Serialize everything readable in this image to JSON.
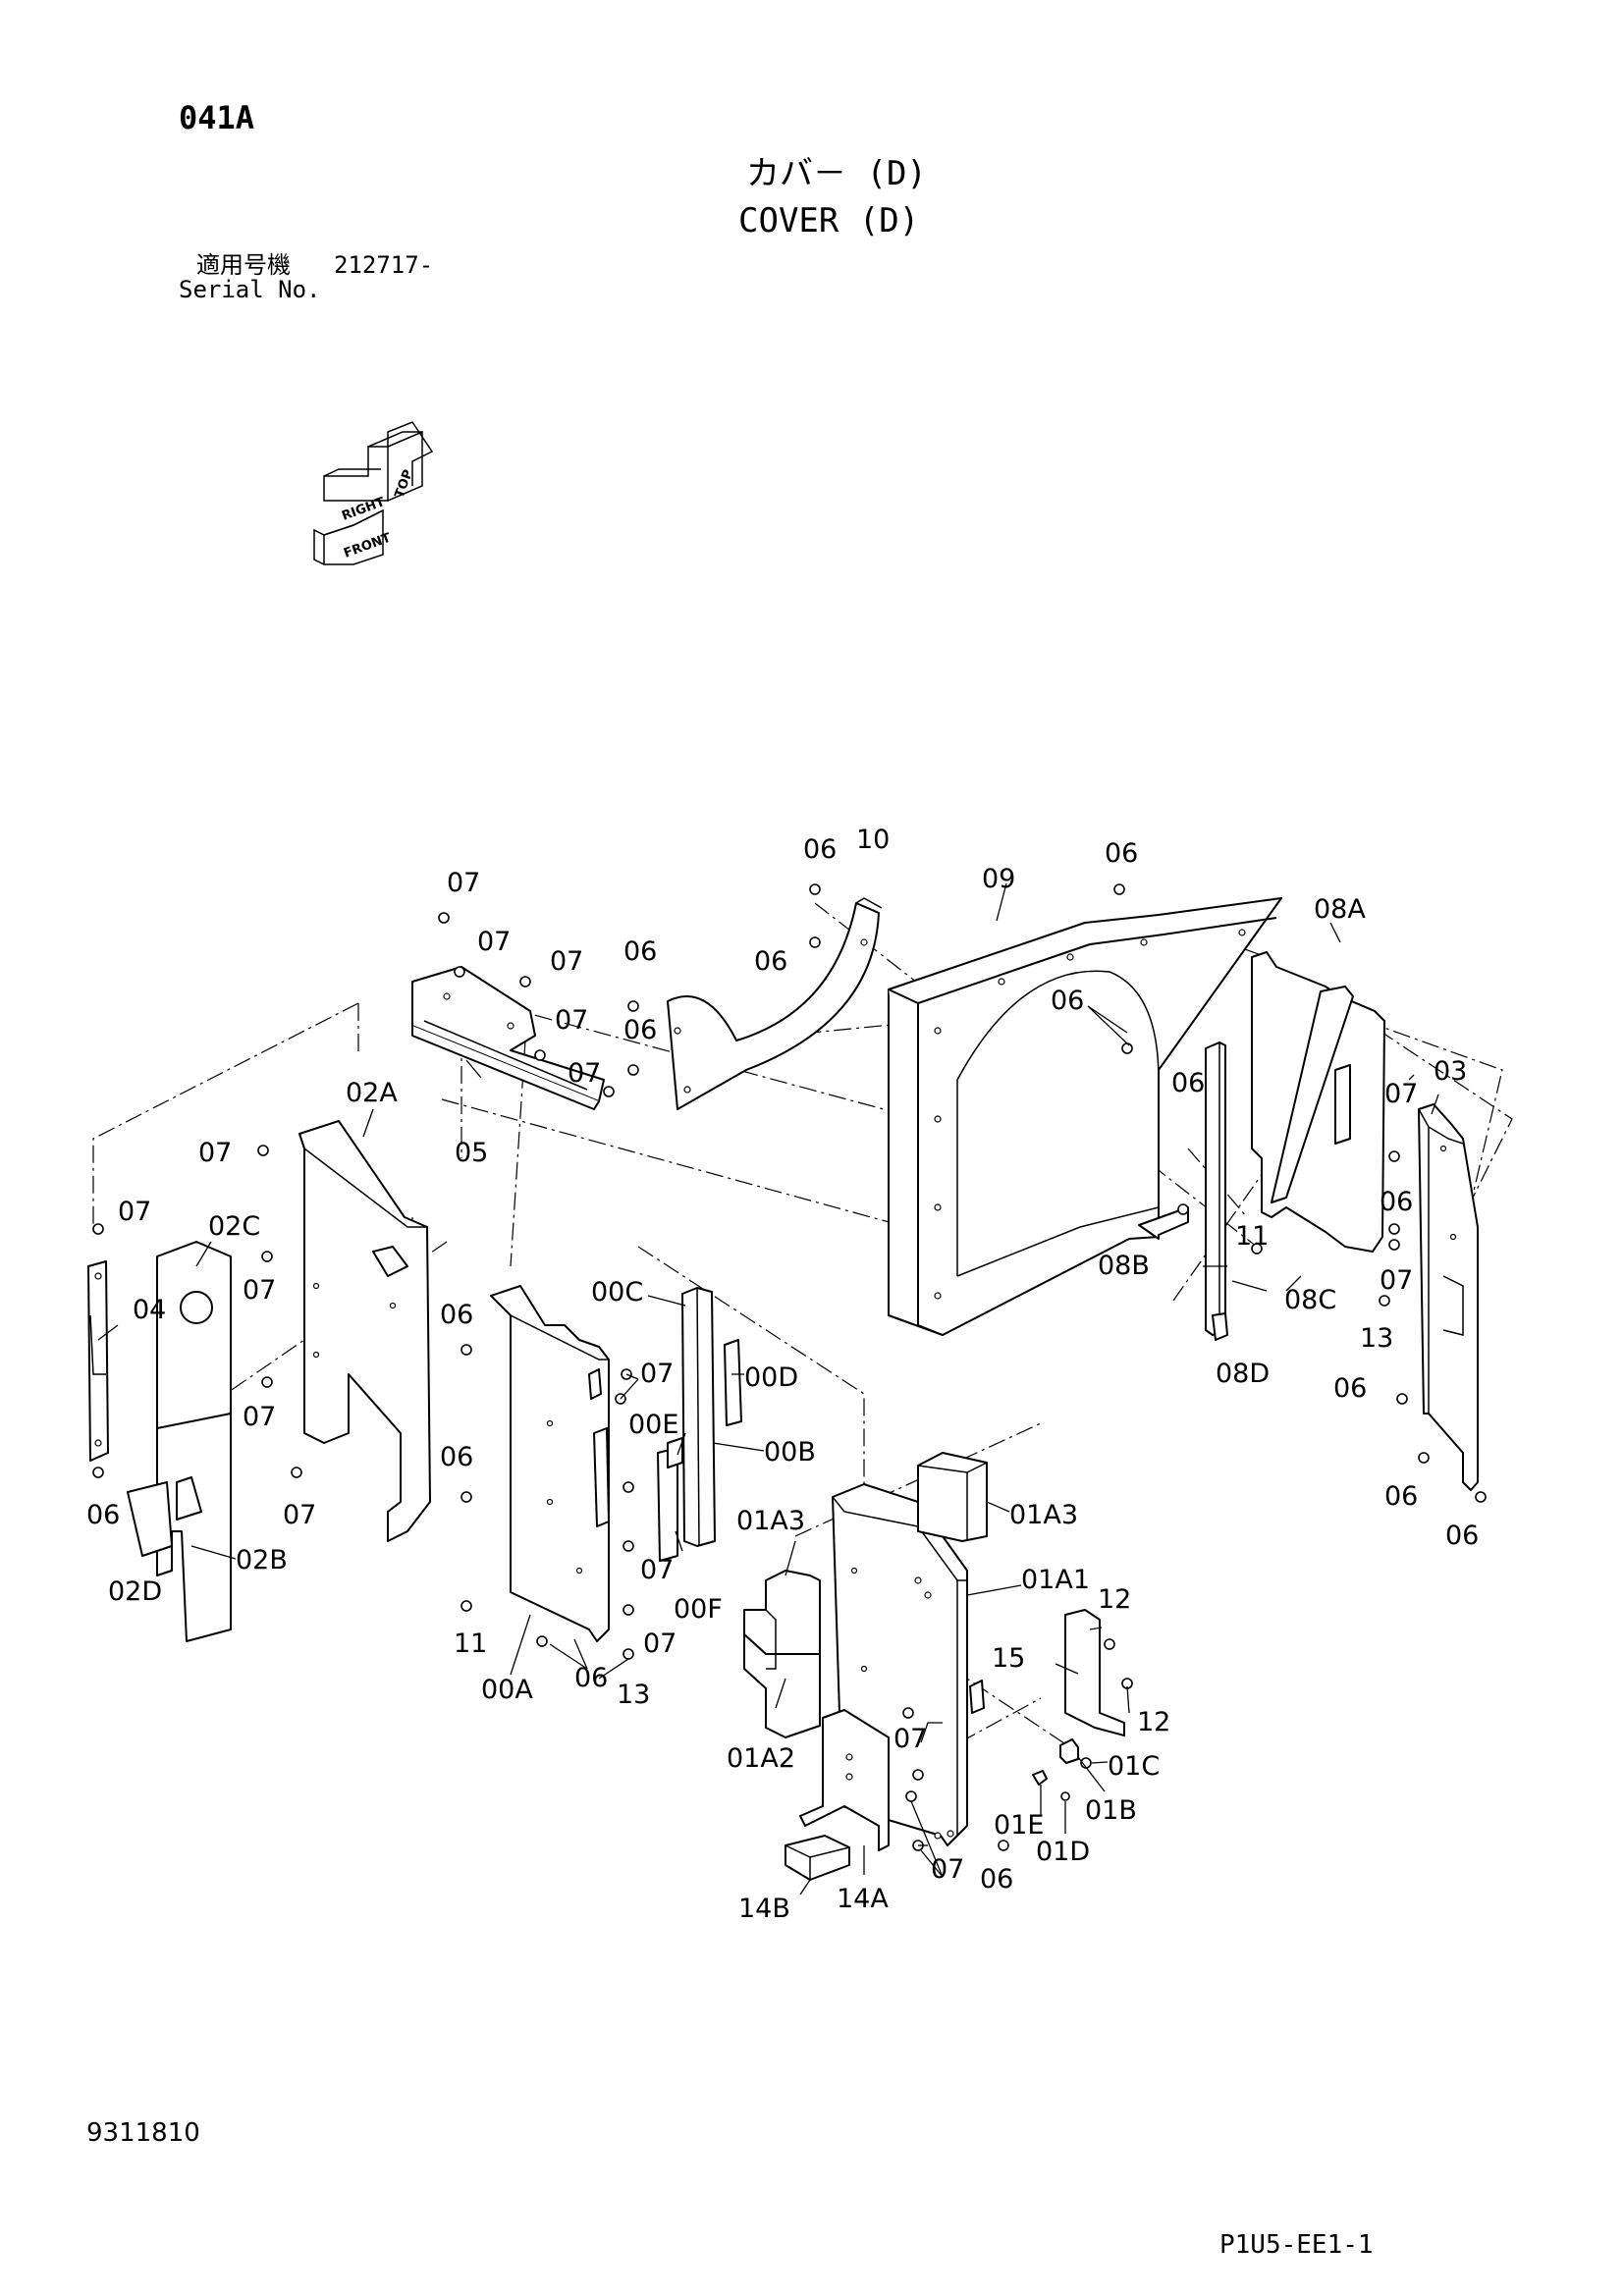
{
  "header": {
    "page_code": "041A",
    "title_jp": "カバ－ (D)",
    "title_en": "COVER (D)",
    "serial_label_jp": "適用号機",
    "serial_value": "212717-",
    "serial_label_en": "Serial No."
  },
  "orientation": {
    "front": "FRONT",
    "right": "RIGHT",
    "top": "TOP"
  },
  "parts": {
    "p00A": "00A",
    "p00B": "00B",
    "p00C": "00C",
    "p00D": "00D",
    "p00E": "00E",
    "p00F": "00F",
    "p01A1": "01A1",
    "p01A2": "01A2",
    "p01A3": "01A3",
    "p01B": "01B",
    "p01C": "01C",
    "p01D": "01D",
    "p01E": "01E",
    "p02A": "02A",
    "p02B": "02B",
    "p02C": "02C",
    "p02D": "02D",
    "p03": "03",
    "p04": "04",
    "p05": "05",
    "p06": "06",
    "p07": "07",
    "p08A": "08A",
    "p08B": "08B",
    "p08C": "08C",
    "p08D": "08D",
    "p09": "09",
    "p10": "10",
    "p11": "11",
    "p12": "12",
    "p13": "13",
    "p14A": "14A",
    "p14B": "14B",
    "p15": "15"
  },
  "footer": {
    "doc_number": "9311810",
    "sheet_code": "P1U5-EE1-1"
  }
}
